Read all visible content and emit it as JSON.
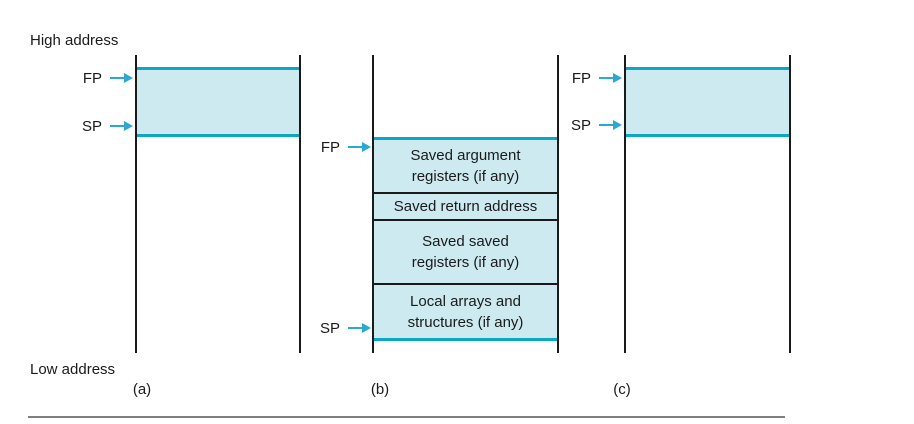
{
  "figure": {
    "high_address_label": "High address",
    "low_address_label": "Low address",
    "colors": {
      "band_fill": "#cdeaf0",
      "band_border": "#0aa7c6",
      "arrow": "#2aa9d2",
      "stack_line": "#1a1a1a",
      "bottom_rule": "#7f7f7f"
    },
    "panels": [
      {
        "caption": "(a)",
        "pointers": [
          {
            "name": "FP"
          },
          {
            "name": "SP"
          }
        ]
      },
      {
        "caption": "(b)",
        "pointers": [
          {
            "name": "FP"
          },
          {
            "name": "SP"
          }
        ],
        "frame_slots": [
          "Saved argument\nregisters (if any)",
          "Saved return address",
          "Saved saved\nregisters (if any)",
          "Local arrays and\nstructures (if any)"
        ]
      },
      {
        "caption": "(c)",
        "pointers": [
          {
            "name": "FP"
          },
          {
            "name": "SP"
          }
        ]
      }
    ]
  }
}
